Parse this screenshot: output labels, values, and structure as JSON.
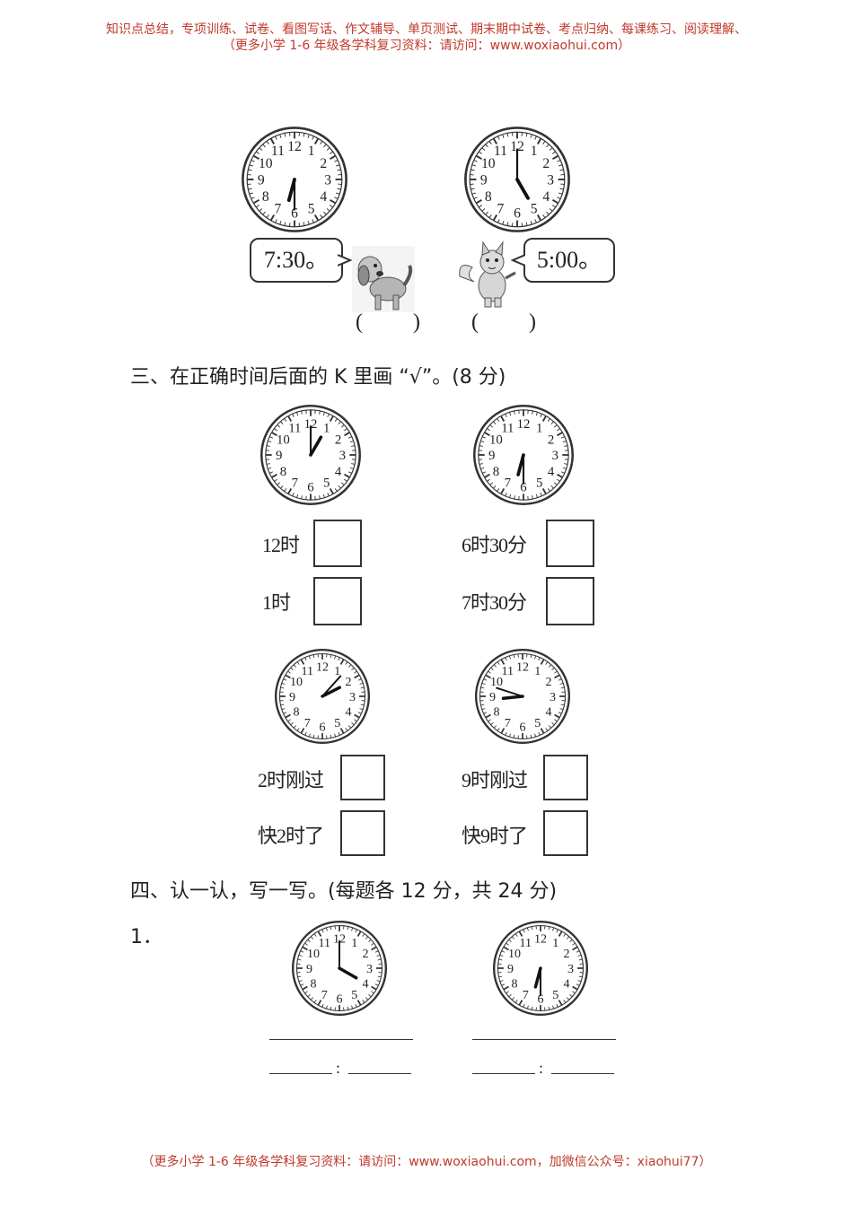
{
  "header": {
    "line1": "知识点总结，专项训练、试卷、看图写话、作文辅导、单页测试、期末期中试卷、考点归纳、每课练习、阅读理解、",
    "line2": "（更多小学 1-6 年级各学科复习资料：请访问：www.woxiaohui.com）"
  },
  "top_part": {
    "bubble_dog": "7:30。",
    "bubble_cat": "5:00。",
    "paren_left": "(",
    "paren_right": ")"
  },
  "section3": {
    "title": "三、在正确时间后面的 K 里画 “√”。(8 分)",
    "q1": {
      "option_a": "12时",
      "option_b": "1时"
    },
    "q2": {
      "option_a": "6时30分",
      "option_b": "7时30分"
    },
    "q3": {
      "option_a": "2时刚过",
      "option_b": "快2时了"
    },
    "q4": {
      "option_a": "9时刚过",
      "option_b": "快9时了"
    }
  },
  "section4": {
    "title": "四、认一认，写一写。(每题各 12 分，共 24 分)",
    "item_number": "1．",
    "colon": ":"
  },
  "clock_numbers": [
    "12",
    "1",
    "2",
    "3",
    "4",
    "5",
    "6",
    "7",
    "8",
    "9",
    "10",
    "11"
  ],
  "clocks": [
    {
      "id": "c1",
      "hour": 6.5,
      "minute": 30
    },
    {
      "id": "c2",
      "hour": 5,
      "minute": 0
    },
    {
      "id": "c3",
      "hour": 1,
      "minute": 0
    },
    {
      "id": "c4",
      "hour": 6.5,
      "minute": 30
    },
    {
      "id": "c5",
      "hour": 2.1,
      "minute": 7
    },
    {
      "id": "c6",
      "hour": 8.8,
      "minute": 48
    },
    {
      "id": "c7",
      "hour": 4,
      "minute": 0
    },
    {
      "id": "c8",
      "hour": 6.5,
      "minute": 30
    }
  ],
  "footer": "（更多小学 1-6 年级各学科复习资料：请访问：www.woxiaohui.com，加微信公众号：xiaohui77）",
  "colors": {
    "header_red": "#c0392b",
    "ink": "#222222"
  }
}
